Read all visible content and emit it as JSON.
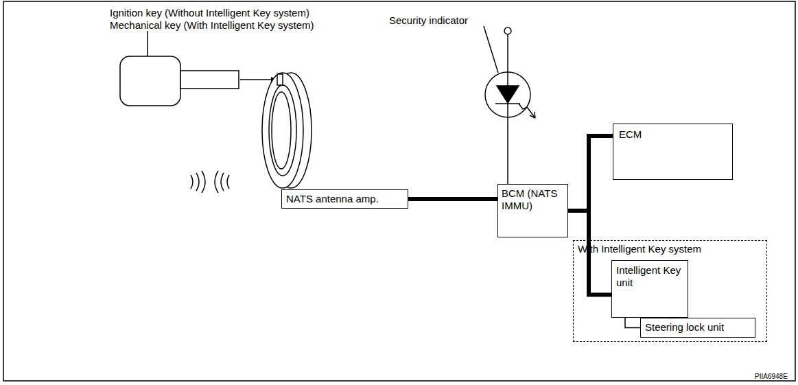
{
  "diagram": {
    "nodes": [
      {
        "text": [
          "NATS antenna amp."
        ]
      },
      {
        "text": [
          "BCM (NATS IMMU)"
        ]
      },
      {
        "text": [
          "ECM"
        ]
      },
      {
        "text": [
          "With Intelligent Key system"
        ]
      },
      {
        "text": [
          "Intelligent Key unit"
        ],
        "in": 3
      },
      {
        "text": [
          "Steering lock unit"
        ],
        "in": 3
      }
    ],
    "edges": [
      {
        "from": 0,
        "to": 1,
        "arrow": "none"
      },
      {
        "from": 1,
        "to": 2,
        "arrow": "none"
      },
      {
        "from": 1,
        "to": 4,
        "arrow": "none"
      },
      {
        "from": 4,
        "to": 5,
        "arrow": "none"
      }
    ],
    "labels": [
      "Ignition key (Without Intelligent Key system)",
      "Mechanical key (With Intelligent Key system)",
      "Security indicator",
      "PIIA6948E"
    ]
  }
}
